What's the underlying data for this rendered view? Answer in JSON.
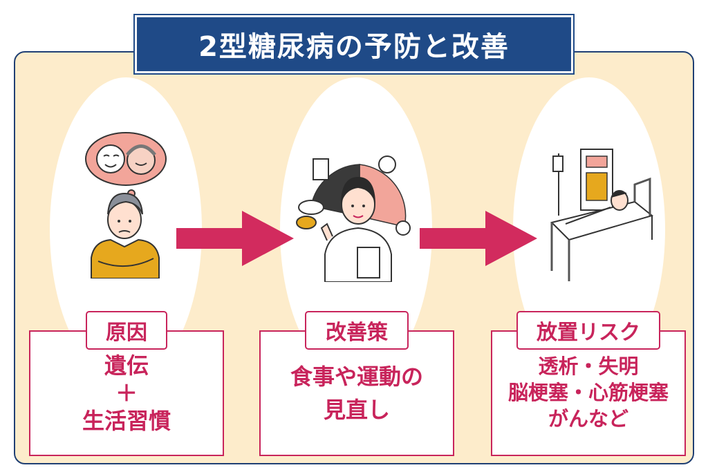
{
  "title": "2型糖尿病の予防と改善",
  "colors": {
    "navy": "#1f4a87",
    "panel_bg": "#fdeccb",
    "accent": "#c8245b",
    "arrow": "#d22b5e"
  },
  "steps": [
    {
      "tag": "原因",
      "lines": [
        "遺伝",
        "＋",
        "生活習慣"
      ],
      "illustration": "worried-man-thinking-of-elderly-parents-icon"
    },
    {
      "tag": "改善策",
      "lines": [
        "食事や運動の",
        "見直し"
      ],
      "illustration": "doctor-with-food-chart-icon"
    },
    {
      "tag": "放置リスク",
      "lines": [
        "透析・失明",
        "脳梗塞・心筋梗塞",
        "がんなど"
      ],
      "illustration": "patient-on-dialysis-bed-icon"
    }
  ]
}
